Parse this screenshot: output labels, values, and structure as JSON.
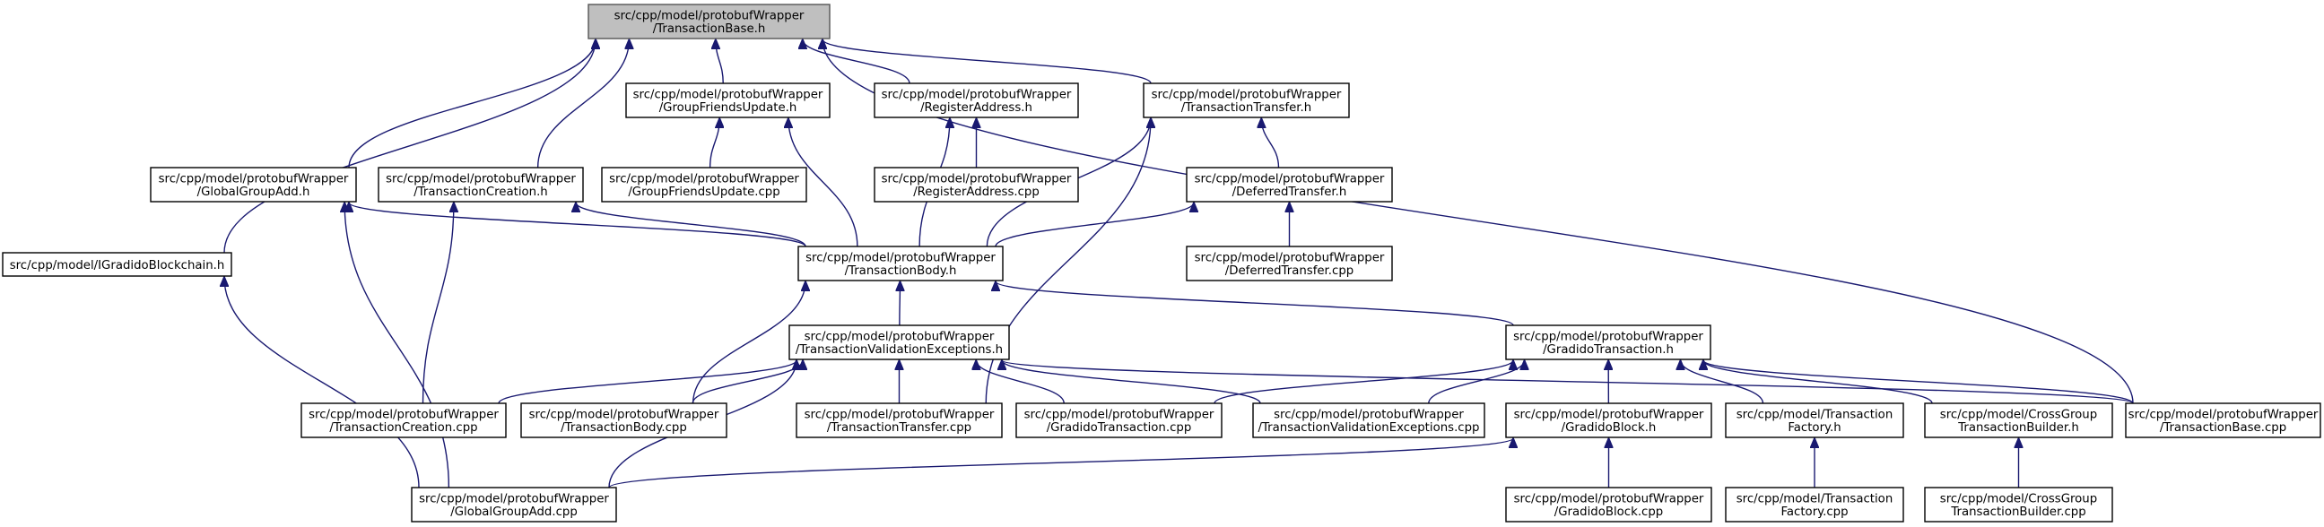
{
  "colors": {
    "edge": "#191970",
    "root_fill": "#bfbfbf",
    "node_fill": "#ffffff",
    "border": "#000000"
  },
  "nodes": {
    "transaction_base_h": [
      "src/cpp/model/protobufWrapper",
      "/TransactionBase.h"
    ],
    "group_friends_update_h": [
      "src/cpp/model/protobufWrapper",
      "/GroupFriendsUpdate.h"
    ],
    "register_address_h": [
      "src/cpp/model/protobufWrapper",
      "/RegisterAddress.h"
    ],
    "transaction_transfer_h": [
      "src/cpp/model/protobufWrapper",
      "/TransactionTransfer.h"
    ],
    "global_group_add_h": [
      "src/cpp/model/protobufWrapper",
      "/GlobalGroupAdd.h"
    ],
    "transaction_creation_h": [
      "src/cpp/model/protobufWrapper",
      "/TransactionCreation.h"
    ],
    "group_friends_update_cpp": [
      "src/cpp/model/protobufWrapper",
      "/GroupFriendsUpdate.cpp"
    ],
    "register_address_cpp": [
      "src/cpp/model/protobufWrapper",
      "/RegisterAddress.cpp"
    ],
    "deferred_transfer_h": [
      "src/cpp/model/protobufWrapper",
      "/DeferredTransfer.h"
    ],
    "igradido_blockchain_h": [
      "src/cpp/model/IGradidoBlockchain.h"
    ],
    "transaction_body_h": [
      "src/cpp/model/protobufWrapper",
      "/TransactionBody.h"
    ],
    "deferred_transfer_cpp": [
      "src/cpp/model/protobufWrapper",
      "/DeferredTransfer.cpp"
    ],
    "transaction_validation_exceptions_h": [
      "src/cpp/model/protobufWrapper",
      "/TransactionValidationExceptions.h"
    ],
    "gradido_transaction_h": [
      "src/cpp/model/protobufWrapper",
      "/GradidoTransaction.h"
    ],
    "transaction_creation_cpp": [
      "src/cpp/model/protobufWrapper",
      "/TransactionCreation.cpp"
    ],
    "transaction_body_cpp": [
      "src/cpp/model/protobufWrapper",
      "/TransactionBody.cpp"
    ],
    "transaction_transfer_cpp": [
      "src/cpp/model/protobufWrapper",
      "/TransactionTransfer.cpp"
    ],
    "gradido_transaction_cpp": [
      "src/cpp/model/protobufWrapper",
      "/GradidoTransaction.cpp"
    ],
    "transaction_validation_exceptions_cpp": [
      "src/cpp/model/protobufWrapper",
      "/TransactionValidationExceptions.cpp"
    ],
    "gradido_block_h": [
      "src/cpp/model/protobufWrapper",
      "/GradidoBlock.h"
    ],
    "transaction_factory_h": [
      "src/cpp/model/Transaction",
      "Factory.h"
    ],
    "cross_group_transaction_builder_h": [
      "src/cpp/model/CrossGroup",
      "TransactionBuilder.h"
    ],
    "transaction_base_cpp": [
      "src/cpp/model/protobufWrapper",
      "/TransactionBase.cpp"
    ],
    "global_group_add_cpp": [
      "src/cpp/model/protobufWrapper",
      "/GlobalGroupAdd.cpp"
    ],
    "gradido_block_cpp": [
      "src/cpp/model/protobufWrapper",
      "/GradidoBlock.cpp"
    ],
    "transaction_factory_cpp": [
      "src/cpp/model/Transaction",
      "Factory.cpp"
    ],
    "cross_group_transaction_builder_cpp": [
      "src/cpp/model/CrossGroup",
      "TransactionBuilder.cpp"
    ]
  },
  "edges": [
    [
      "transaction_base_h",
      "group_friends_update_h"
    ],
    [
      "transaction_base_h",
      "register_address_h"
    ],
    [
      "transaction_base_h",
      "transaction_transfer_h"
    ],
    [
      "transaction_base_h",
      "global_group_add_h"
    ],
    [
      "transaction_base_h",
      "transaction_creation_h"
    ],
    [
      "transaction_base_h",
      "igradido_blockchain_h"
    ],
    [
      "transaction_base_h",
      "transaction_base_cpp"
    ],
    [
      "group_friends_update_h",
      "group_friends_update_cpp"
    ],
    [
      "group_friends_update_h",
      "transaction_body_h"
    ],
    [
      "register_address_h",
      "register_address_cpp"
    ],
    [
      "register_address_h",
      "transaction_body_h"
    ],
    [
      "transaction_transfer_h",
      "deferred_transfer_h"
    ],
    [
      "transaction_transfer_h",
      "transaction_body_h"
    ],
    [
      "transaction_transfer_h",
      "transaction_transfer_cpp"
    ],
    [
      "deferred_transfer_h",
      "deferred_transfer_cpp"
    ],
    [
      "deferred_transfer_h",
      "transaction_body_h"
    ],
    [
      "global_group_add_h",
      "transaction_body_h"
    ],
    [
      "global_group_add_h",
      "global_group_add_cpp"
    ],
    [
      "transaction_creation_h",
      "transaction_body_h"
    ],
    [
      "transaction_creation_h",
      "transaction_creation_cpp"
    ],
    [
      "igradido_blockchain_h",
      "global_group_add_cpp"
    ],
    [
      "transaction_body_h",
      "transaction_validation_exceptions_h"
    ],
    [
      "transaction_body_h",
      "gradido_transaction_h"
    ],
    [
      "transaction_body_h",
      "transaction_body_cpp"
    ],
    [
      "transaction_validation_exceptions_h",
      "transaction_creation_cpp"
    ],
    [
      "transaction_validation_exceptions_h",
      "transaction_body_cpp"
    ],
    [
      "transaction_validation_exceptions_h",
      "transaction_transfer_cpp"
    ],
    [
      "transaction_validation_exceptions_h",
      "gradido_transaction_cpp"
    ],
    [
      "transaction_validation_exceptions_h",
      "transaction_validation_exceptions_cpp"
    ],
    [
      "transaction_validation_exceptions_h",
      "global_group_add_cpp"
    ],
    [
      "transaction_validation_exceptions_h",
      "transaction_base_cpp"
    ],
    [
      "gradido_transaction_h",
      "gradido_transaction_cpp"
    ],
    [
      "gradido_transaction_h",
      "transaction_validation_exceptions_cpp"
    ],
    [
      "gradido_transaction_h",
      "gradido_block_h"
    ],
    [
      "gradido_transaction_h",
      "transaction_factory_h"
    ],
    [
      "gradido_transaction_h",
      "cross_group_transaction_builder_h"
    ],
    [
      "gradido_transaction_h",
      "transaction_base_cpp"
    ],
    [
      "gradido_block_h",
      "gradido_block_cpp"
    ],
    [
      "gradido_block_h",
      "global_group_add_cpp"
    ],
    [
      "transaction_factory_h",
      "transaction_factory_cpp"
    ],
    [
      "cross_group_transaction_builder_h",
      "cross_group_transaction_builder_cpp"
    ]
  ]
}
